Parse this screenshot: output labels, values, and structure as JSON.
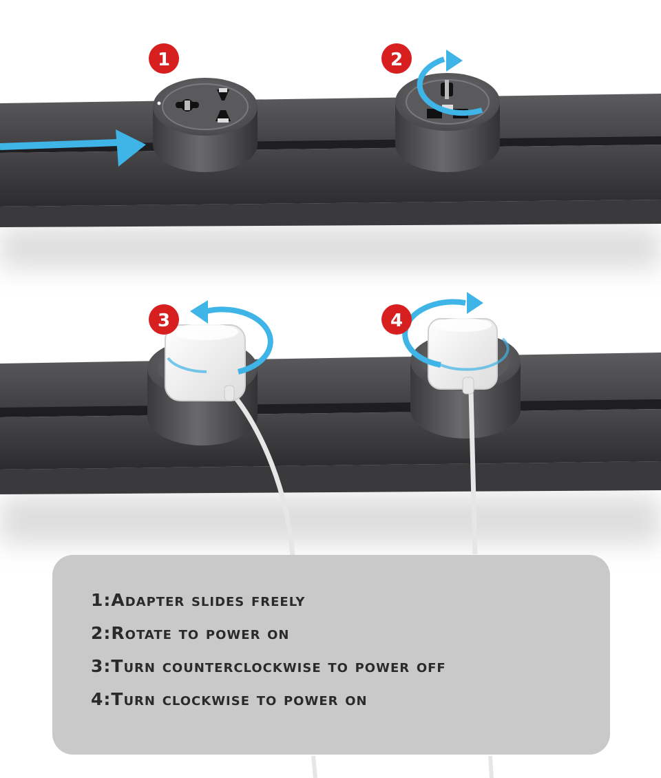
{
  "steps": [
    {
      "number": "1",
      "text": "1:Adapter slides freely"
    },
    {
      "number": "2",
      "text": "2:Rotate to power on"
    },
    {
      "number": "3",
      "text": "3:Turn counterclockwise to power off"
    },
    {
      "number": "4",
      "text": "4:Turn clockwise to power on"
    }
  ],
  "colors": {
    "badge": "#d71f1f",
    "arrow": "#3fb4e6",
    "rail": "#4a4a4c",
    "panel": "#c9c9c9",
    "text": "#2a2a2a"
  }
}
